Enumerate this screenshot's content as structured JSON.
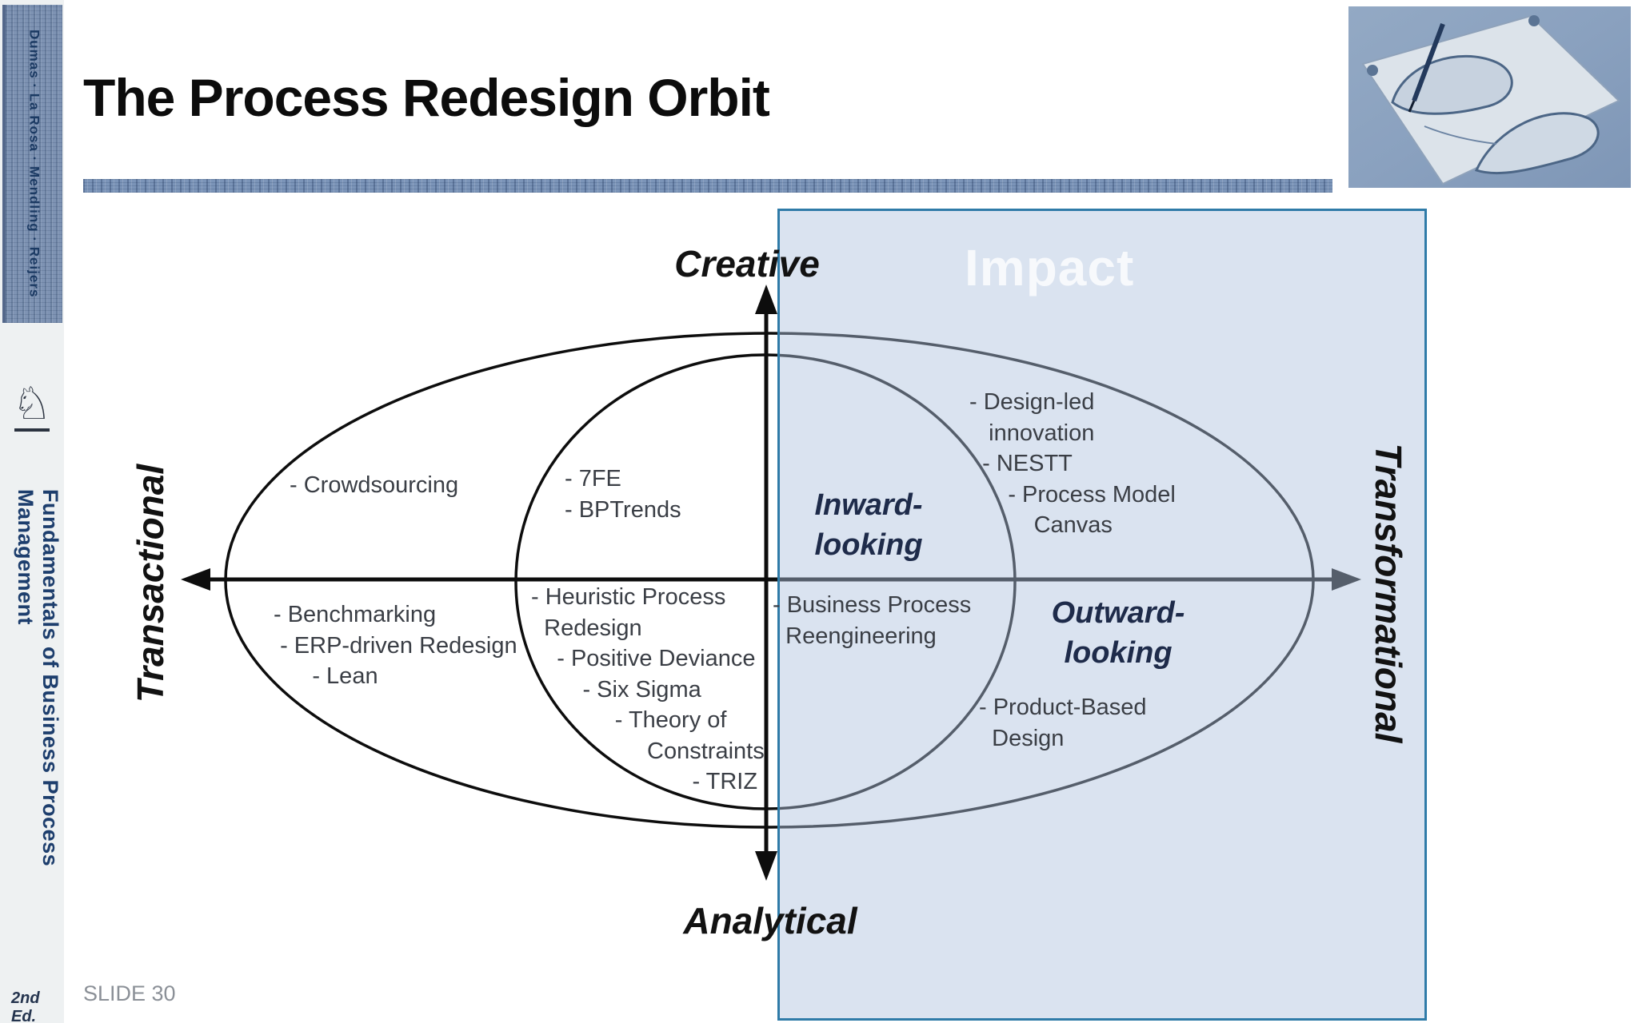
{
  "sidebar": {
    "authors": "Dumas · La Rosa · Mendling · Reijers",
    "book_title": "Fundamentals of Business Process Management",
    "edition": "2nd Ed.",
    "logo_icon": "chess-knight"
  },
  "header": {
    "title": "The Process Redesign Orbit"
  },
  "overlay": {
    "label": "Impact"
  },
  "diagram": {
    "axes": {
      "top": "Creative",
      "bottom": "Analytical",
      "left": "Transactional",
      "right": "Transformational"
    },
    "quadrants": {
      "inward": "Inward-\nlooking",
      "outward": "Outward-\nlooking"
    },
    "labels": {
      "crowdsourcing": "- Crowdsourcing",
      "creative_methods": "- 7FE\n- BPTrends",
      "transactional_methods": "- Benchmarking\n - ERP-driven Redesign\n      - Lean",
      "analytical_methods": "- Heuristic Process\n  Redesign\n    - Positive Deviance\n        - Six Sigma\n             - Theory of\n                  Constraints\n                         - TRIZ",
      "bpr": "- Business Process\n  Reengineering",
      "design_led": "- Design-led\n   innovation\n  - NESTT\n      - Process Model\n          Canvas",
      "product_based": "- Product-Based\n  Design"
    }
  },
  "footer": {
    "slide_label": "SLIDE 30"
  },
  "colors": {
    "overlay_border": "#2f7ba8",
    "overlay_fill": "rgba(172,194,222,0.45)",
    "spine_band": "#7e93b3",
    "title_bar": "#7b94b8",
    "diagram_stroke": "#0d0d0d",
    "impact_text": "#f7f9fc"
  }
}
